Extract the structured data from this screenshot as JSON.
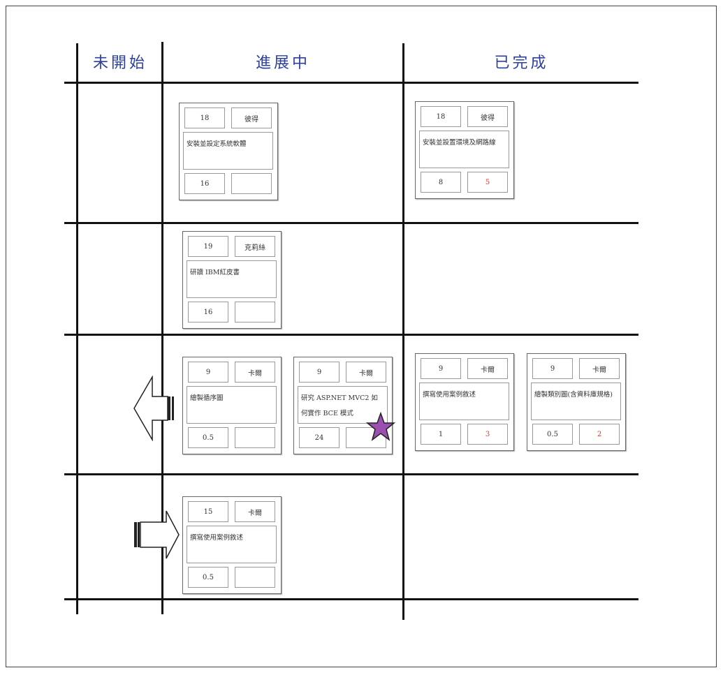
{
  "columns": [
    "未開始",
    "進展中",
    "已完成"
  ],
  "cards": [
    {
      "id": "18",
      "owner": "彼得",
      "task": "安裝並設定系統軟體",
      "estimate": "16",
      "actual": ""
    },
    {
      "id": "18",
      "owner": "彼得",
      "task": "安裝並設置環境及網路線",
      "estimate": "8",
      "actual": "5"
    },
    {
      "id": "19",
      "owner": "克莉絲",
      "task": "研讀 IBM紅皮書",
      "estimate": "16",
      "actual": ""
    },
    {
      "id": "9",
      "owner": "卡爾",
      "task": "繪製循序圖",
      "estimate": "0.5",
      "actual": ""
    },
    {
      "id": "9",
      "owner": "卡爾",
      "task": "研究 ASP.NET MVC2 如何實作 BCE 模式",
      "estimate": "24",
      "actual": ""
    },
    {
      "id": "9",
      "owner": "卡爾",
      "task": "撰寫使用案例敘述",
      "estimate": "1",
      "actual": "3"
    },
    {
      "id": "9",
      "owner": "卡爾",
      "task": "繪製類別圖(含資料庫規格)",
      "estimate": "0.5",
      "actual": "2"
    },
    {
      "id": "15",
      "owner": "卡爾",
      "task": "撰寫使用案例敘述",
      "estimate": "0.5",
      "actual": ""
    }
  ],
  "colors": {
    "header": "#2b3fa0",
    "actual": "#e03a2a",
    "star": "#9b4fb0"
  },
  "icons": [
    "arrow-left-icon",
    "arrow-right-icon",
    "star-icon"
  ]
}
